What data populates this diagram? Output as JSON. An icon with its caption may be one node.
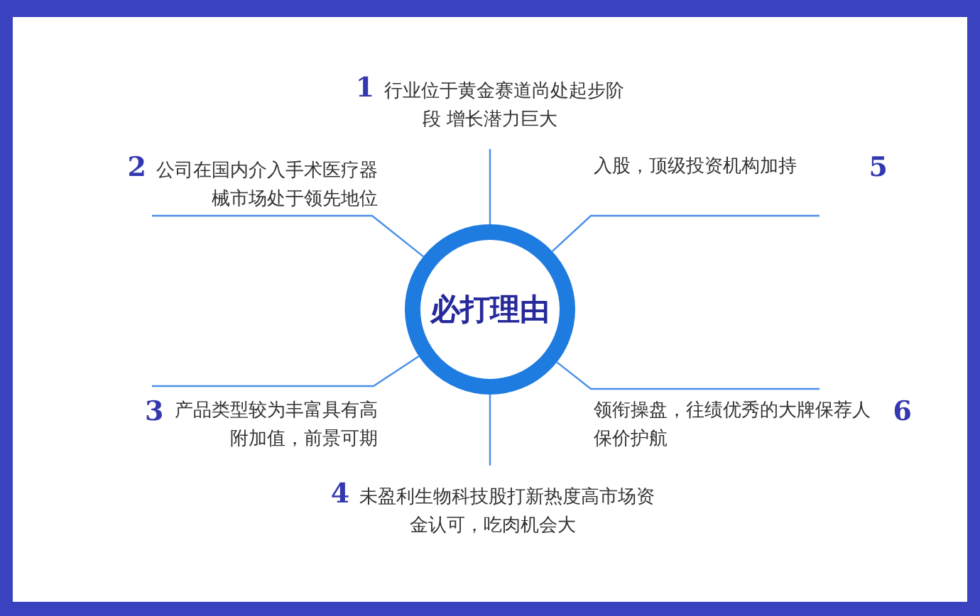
{
  "diagram": {
    "nodes": [
      {
        "text": [
          "必打理由"
        ]
      },
      {
        "text": [
          "1",
          "行业位于黄金赛道尚处起步阶段  增长潜力巨大"
        ]
      },
      {
        "text": [
          "2",
          "公司在国内介入手术医疗器械市场处于领先地位"
        ]
      },
      {
        "text": [
          "3",
          "产品类型较为丰富具有高附加值，前景可期"
        ]
      },
      {
        "text": [
          "4",
          "未盈利生物科技股打新热度高市场资金认可，吃肉机会大"
        ]
      },
      {
        "text": [
          "入股，顶级投资机构加持",
          "5"
        ]
      },
      {
        "text": [
          "领衔操盘，往绩优秀的大牌保荐人保价护航",
          "6"
        ]
      }
    ],
    "edges": [
      {
        "from": 0,
        "to": 1,
        "arrow": "none"
      },
      {
        "from": 0,
        "to": 2,
        "arrow": "none"
      },
      {
        "from": 0,
        "to": 5,
        "arrow": "none"
      },
      {
        "from": 0,
        "to": 3,
        "arrow": "none"
      },
      {
        "from": 0,
        "to": 6,
        "arrow": "none"
      },
      {
        "from": 0,
        "to": 4,
        "arrow": "none"
      }
    ]
  }
}
